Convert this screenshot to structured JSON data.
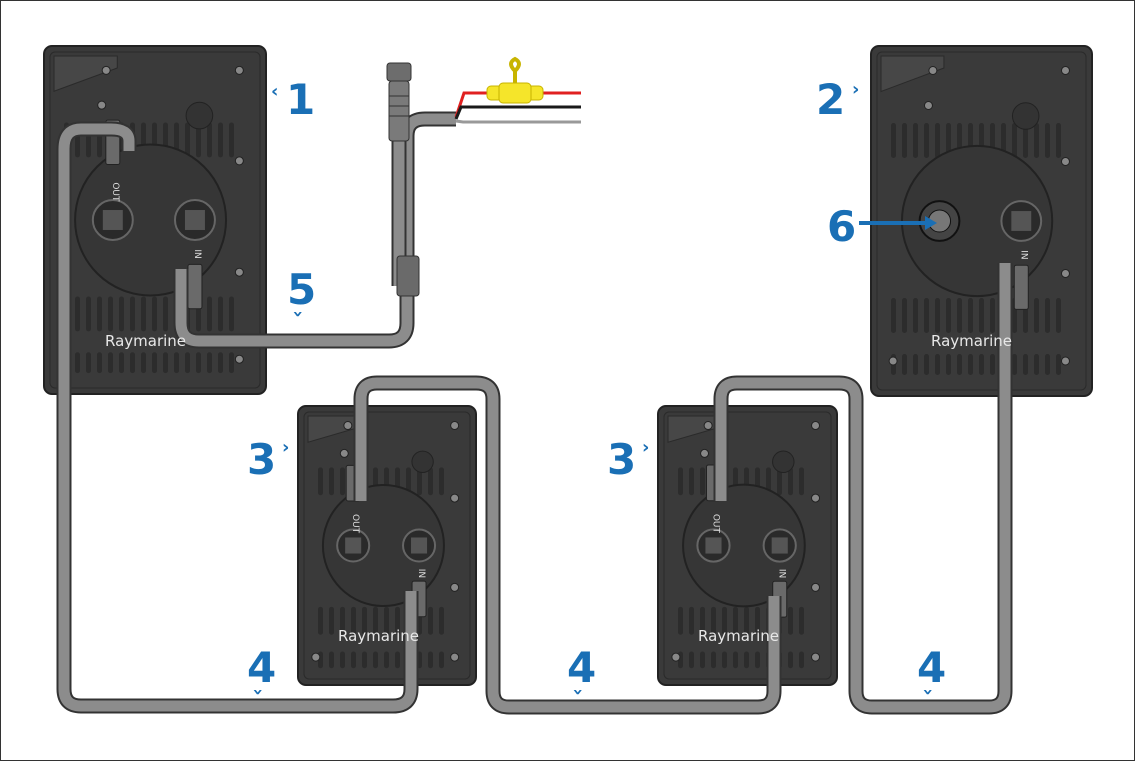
{
  "brand": "Raymarine",
  "connector_labels": {
    "out": "OUT",
    "in": "IN"
  },
  "callouts": {
    "c1": "1",
    "c2": "2",
    "c3a": "3",
    "c3b": "3",
    "c4a": "4",
    "c4b": "4",
    "c4c": "4",
    "c5": "5",
    "c6": "6"
  },
  "colors": {
    "callout": "#1a6fb5",
    "device": "#3a3a3a",
    "cable": "#8c8c8c",
    "fuse": "#f5e52a",
    "red_wire": "#e02020",
    "black_wire": "#1a1a1a"
  }
}
